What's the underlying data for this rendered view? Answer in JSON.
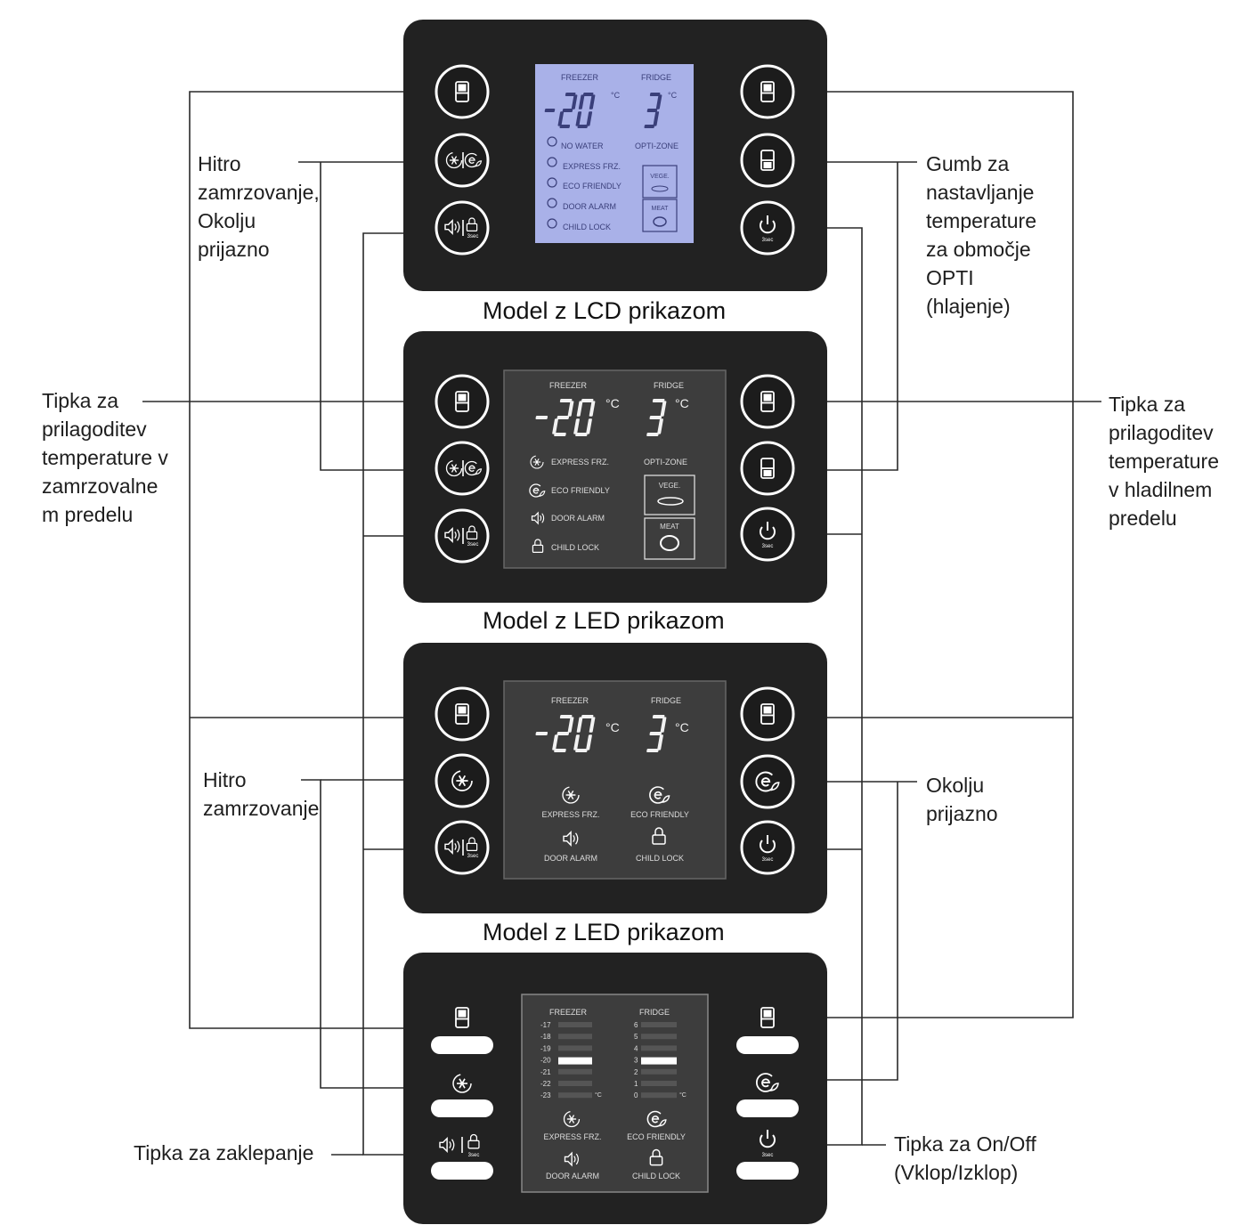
{
  "callouts": {
    "hitro_okolju": [
      "Hitro",
      "zamrzovanje,",
      "Okolju",
      "prijazno"
    ],
    "gumb_opti": [
      "Gumb za",
      "nastavljanje",
      "temperature",
      "za območje",
      "OPTI",
      "(hlajenje)"
    ],
    "tipka_zamrz": [
      "Tipka za",
      "prilagoditev",
      "temperature v",
      "zamrzovalne",
      "m predelu"
    ],
    "tipka_hlad": [
      "Tipka za",
      "prilagoditev",
      "temperature",
      "v hladilnem",
      "predelu"
    ],
    "hitro": [
      "Hitro",
      "zamrzovanje"
    ],
    "okolju": [
      "Okolju",
      "prijazno"
    ],
    "zaklep": [
      "Tipka za zaklepanje"
    ],
    "onoff": [
      "Tipka za On/Off",
      "(Vklop/Izklop)"
    ]
  },
  "model_labels": {
    "lcd": "Model z LCD prikazom",
    "led1": "Model z LED prikazom",
    "led2": "Model z LED prikazom"
  },
  "display": {
    "freezer": "FREEZER",
    "fridge": "FRIDGE",
    "freezer_temp": "-20",
    "fridge_temp": "3",
    "unit": "°C",
    "no_water": "NO WATER",
    "opti_zone": "OPTI-ZONE",
    "express_frz": "EXPRESS FRZ.",
    "eco_friendly": "ECO FRIENDLY",
    "door_alarm": "DOOR ALARM",
    "child_lock": "CHILD LOCK",
    "vege": "VEGE.",
    "meat": "MEAT",
    "button_caption": "3sec",
    "freezer_scale": [
      "-17",
      "-18",
      "-19",
      "-20",
      "-21",
      "-22",
      "-23"
    ],
    "fridge_scale": [
      "6",
      "5",
      "4",
      "3",
      "2",
      "1",
      "0"
    ],
    "freezer_selected": "-20",
    "fridge_selected": "3",
    "scale_unit": "°C"
  },
  "icons": [
    "fridge-door-icon",
    "snowflake-icon",
    "eco-leaf-icon",
    "speaker-icon",
    "lock-icon",
    "power-icon",
    "carrot-icon",
    "meat-icon"
  ],
  "colors": {
    "panel": "#222222",
    "lcd_screen": "#a9b1e8",
    "led_screen": "#3d3d3d",
    "led_segment": "#f2f2f2",
    "leader_line": "#2a2a2a"
  }
}
